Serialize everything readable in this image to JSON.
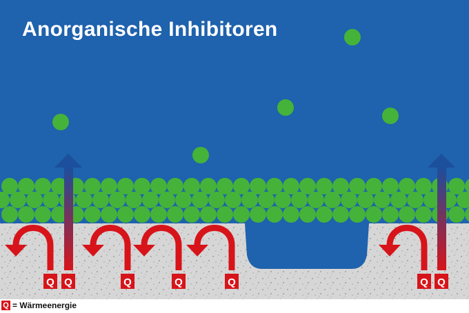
{
  "title": "Anorganische Inhibitoren",
  "heat_symbol": "Q",
  "legend": {
    "symbol": "Q",
    "text": "= Wärmeenergie"
  },
  "colors": {
    "water": "#1f62ad",
    "inhibitor": "#45b339",
    "metal": "#d6d6d6",
    "heat_arrow": "#d7141a",
    "heat_box": "#d7141a"
  }
}
